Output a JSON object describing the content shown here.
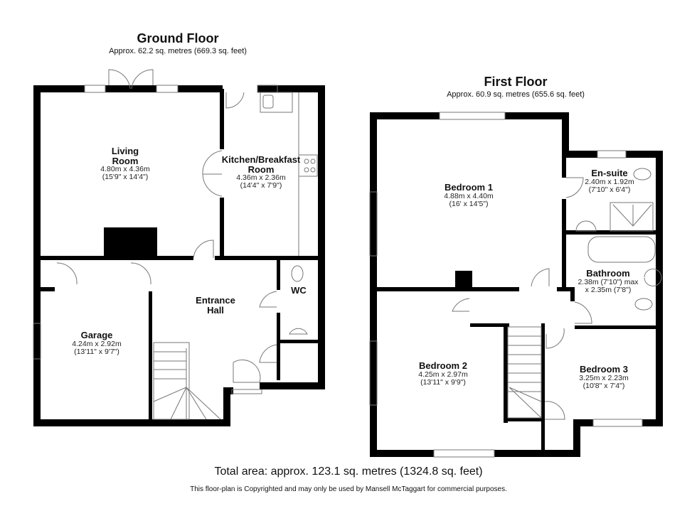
{
  "ground_floor": {
    "title": "Ground Floor",
    "area": "Approx. 62.2 sq. metres (669.3 sq. feet)",
    "rooms": [
      {
        "name": "Living",
        "name2": "Room",
        "dim_m": "4.80m x 4.36m",
        "dim_ft": "(15'9\" x 14'4\")"
      },
      {
        "name": "Kitchen/Breakfast",
        "name2": "Room",
        "dim_m": "4.36m x 2.36m",
        "dim_ft": "(14'4\" x 7'9\")"
      },
      {
        "name": "Entrance",
        "name2": "Hall"
      },
      {
        "name": "WC"
      },
      {
        "name": "Garage",
        "dim_m": "4.24m x 2.92m",
        "dim_ft": "(13'11\" x 9'7\")"
      }
    ]
  },
  "first_floor": {
    "title": "First Floor",
    "area": "Approx. 60.9 sq. metres (655.6 sq. feet)",
    "rooms": [
      {
        "name": "Bedroom 1",
        "dim_m": "4.88m x 4.40m",
        "dim_ft": "(16' x 14'5\")"
      },
      {
        "name": "En-suite",
        "dim_m": "2.40m x 1.92m",
        "dim_ft": "(7'10\" x 6'4\")"
      },
      {
        "name": "Bathroom",
        "dim_m": "2.38m (7'10\") max",
        "dim_ft": "x 2.35m (7'8\")"
      },
      {
        "name": "Bedroom 2",
        "dim_m": "4.25m x 2.97m",
        "dim_ft": "(13'11\" x 9'9\")"
      },
      {
        "name": "Bedroom 3",
        "dim_m": "3.25m x 2.23m",
        "dim_ft": "(10'8\" x 7'4\")"
      }
    ]
  },
  "footer": {
    "total_area": "Total area: approx. 123.1 sq. metres (1324.8 sq. feet)",
    "copyright": "This floor-plan is Copyrighted and may only be used by Mansell McTaggart for commercial purposes."
  },
  "colors": {
    "wall": "#000000",
    "fixture_line": "#777777",
    "background": "#ffffff"
  }
}
